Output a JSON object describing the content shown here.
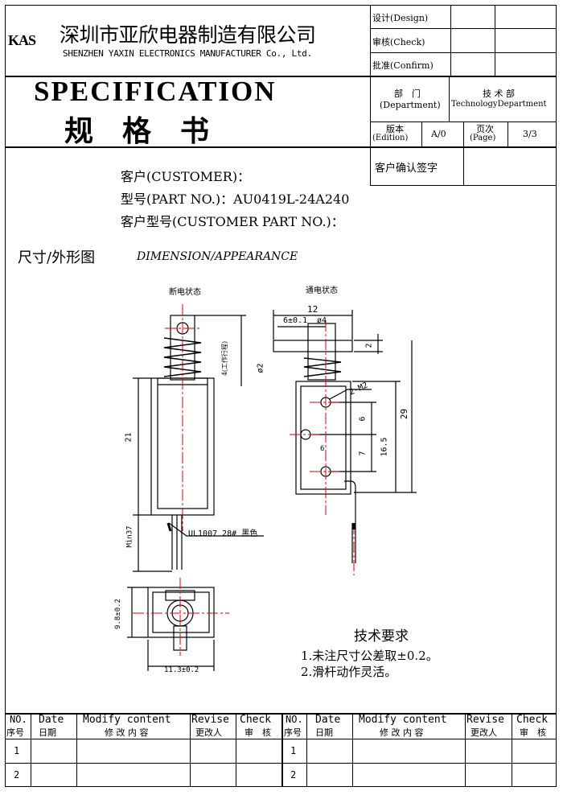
{
  "header": {
    "logo": "KAS",
    "company_cn": "深圳市亚欣电器制造有限公司",
    "company_en": "SHENZHEN YAXIN ELECTRONICS MANUFACTURER Co., Ltd.",
    "design": "设计(Design)",
    "check": "审核(Check)",
    "confirm": "批准(Confirm)",
    "spec_en": "SPECIFICATION",
    "spec_cn": "规　格　书",
    "dept_label_cn": "部　门",
    "dept_label_en": "(Department)",
    "dept_value_cn": "技 术 部",
    "dept_value_en": "TechnologyDepartment",
    "edition_cn": "版本",
    "edition_en": "(Edition)",
    "edition_value": "A/0",
    "page_cn": "页次",
    "page_en": "(Page)",
    "page_value": "3/3",
    "customer_sign": "客户确认签字"
  },
  "info": {
    "customer": "客户(CUSTOMER)：",
    "part_no": "型号(PART NO.)：AU0419L-24A240",
    "customer_part_no": "客户型号(CUSTOMER PART NO.)："
  },
  "section": {
    "title_cn": "尺寸/外形图",
    "title_en": "DIMENSION/APPEARANCE"
  },
  "drawing": {
    "state_off": "断电状态",
    "state_on": "通电状态",
    "dim_12": "12",
    "dim_6": "6±0.1",
    "dim_d4": "ø4",
    "dim_2": "2",
    "dim_d2": "ø2",
    "dim_stroke": "4(工作行程)",
    "dim_2m2": "2-M2",
    "dim_29": "29",
    "dim_6b": "6",
    "dim_21": "21",
    "dim_6c": "6",
    "dim_7": "7",
    "dim_165": "16.5",
    "dim_min37": "Min37",
    "wire": "UL1007 28# 黑色",
    "dim_98": "9.8±0.2",
    "dim_113": "11.3±0.2"
  },
  "requirements": {
    "title": "技术要求",
    "items": [
      "1.未注尺寸公差取±0.2。",
      "2.滑杆动作灵活。"
    ]
  },
  "revision_table": {
    "headers": [
      {
        "en": "NO.",
        "cn": "序号"
      },
      {
        "en": "Date",
        "cn": "日期"
      },
      {
        "en": "Modify content",
        "cn": "修 改 内 容"
      },
      {
        "en": "Revise",
        "cn": "更改人"
      },
      {
        "en": "Check",
        "cn": "审　核"
      }
    ],
    "rows": [
      "1",
      "2"
    ]
  }
}
